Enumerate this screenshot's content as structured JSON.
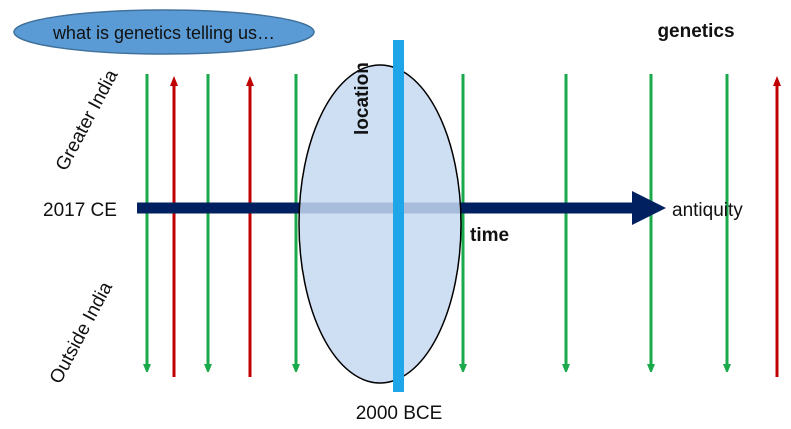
{
  "bubble": {
    "text": "what is genetics telling us…"
  },
  "header": {
    "title": "genetics"
  },
  "labels": {
    "location": "location",
    "greater_india": "Greater India",
    "outside_india": "Outside India",
    "time": "time",
    "present": "2017 CE",
    "antiquity": "antiquity",
    "cutoff_date": "2000 BCE"
  },
  "colors": {
    "bubble_fill": "#5B9BD5",
    "bubble_stroke": "#41719C",
    "ellipse_fill": "#C5D9F1",
    "ellipse_stroke": "#000000",
    "cutoff_bar": "#1FA6E8",
    "time_arrow": "#002060",
    "down_arrow": "#1BAA4B",
    "up_arrow": "#C00000"
  }
}
